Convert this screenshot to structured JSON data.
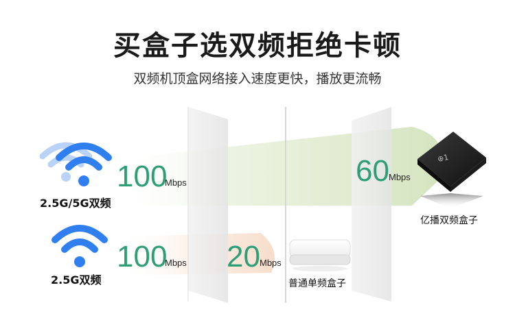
{
  "header": {
    "title": "买盒子选双频拒绝卡顿",
    "subtitle": "双频机顶盒网络接入速度更快，播放更流畅"
  },
  "row_top": {
    "wifi_label": "2.5G/5G双频",
    "start_speed": "100",
    "start_unit": "Mbps",
    "end_speed": "60",
    "end_unit": "Mbps",
    "device_label": "亿播双频盒子"
  },
  "row_bottom": {
    "wifi_label": "2.5G双频",
    "start_speed": "100",
    "start_unit": "Mbps",
    "end_speed": "20",
    "end_unit": "Mbps",
    "device_label": "普通单频盒子"
  },
  "colors": {
    "accent": "#2e9e76",
    "wifi_blue": "#2f7ff0",
    "wifi_blue_light": "#a9c8f5",
    "beam_green": "#d9e7c4",
    "beam_orange": "#f8e2d2"
  },
  "icons": [
    "wifi-dual-icon",
    "wifi-single-icon",
    "black-tv-box-icon",
    "white-tv-box-icon"
  ]
}
